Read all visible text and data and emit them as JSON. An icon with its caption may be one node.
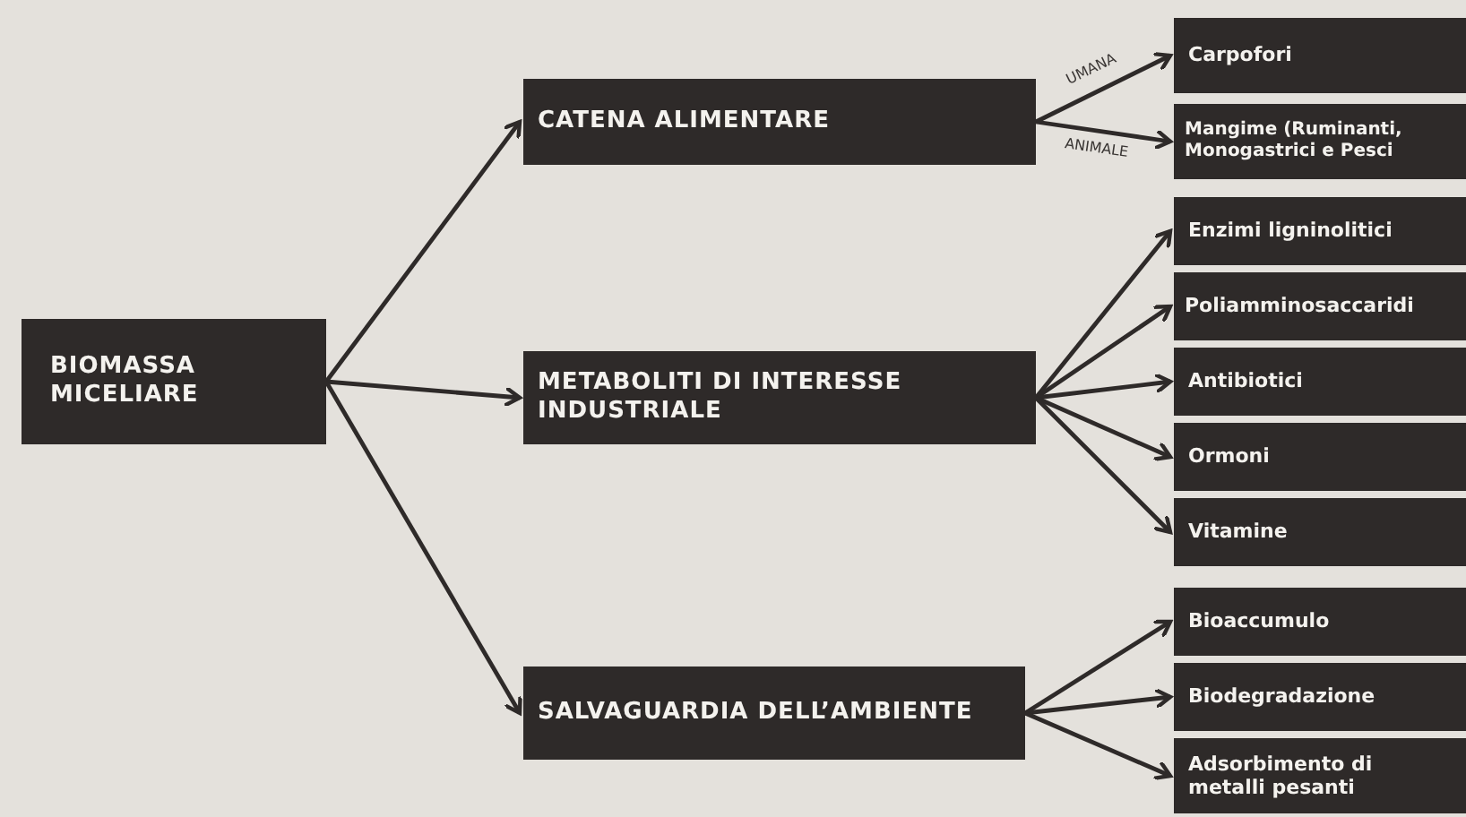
{
  "diagram": {
    "nodes": [
      {
        "text": [
          "BIOMASSA MICELIARE"
        ]
      },
      {
        "text": [
          "CATENA ALIMENTARE"
        ]
      },
      {
        "text": [
          "METABOLITI DI INTERESSE INDUSTRIALE"
        ]
      },
      {
        "text": [
          "SALVAGUARDIA DELL’AMBIENTE"
        ]
      },
      {
        "text": [
          "Carpofori"
        ]
      },
      {
        "text": [
          "Mangime (Ruminanti, Monogastrici e Pesci"
        ]
      },
      {
        "text": [
          "Enzimi ligninolitici"
        ]
      },
      {
        "text": [
          "Poliamminosaccaridi"
        ]
      },
      {
        "text": [
          "Antibiotici"
        ]
      },
      {
        "text": [
          "Ormoni"
        ]
      },
      {
        "text": [
          "Vitamine"
        ]
      },
      {
        "text": [
          "Bioaccumulo"
        ]
      },
      {
        "text": [
          "Biodegradazione"
        ]
      },
      {
        "text": [
          "Adsorbimento di metalli pesanti"
        ]
      }
    ],
    "edges": [
      {
        "from": 0,
        "to": 1,
        "arrow": "to"
      },
      {
        "from": 0,
        "to": 2,
        "arrow": "to"
      },
      {
        "from": 0,
        "to": 3,
        "arrow": "to"
      },
      {
        "from": 1,
        "to": 4,
        "arrow": "to",
        "label": "UMANA"
      },
      {
        "from": 1,
        "to": 5,
        "arrow": "to",
        "label": "ANIMALE"
      },
      {
        "from": 2,
        "to": 6,
        "arrow": "to"
      },
      {
        "from": 2,
        "to": 7,
        "arrow": "to"
      },
      {
        "from": 2,
        "to": 8,
        "arrow": "to"
      },
      {
        "from": 2,
        "to": 9,
        "arrow": "to"
      },
      {
        "from": 2,
        "to": 10,
        "arrow": "to"
      },
      {
        "from": 3,
        "to": 11,
        "arrow": "to"
      },
      {
        "from": 3,
        "to": 12,
        "arrow": "to"
      },
      {
        "from": 3,
        "to": 13,
        "arrow": "to"
      }
    ]
  }
}
